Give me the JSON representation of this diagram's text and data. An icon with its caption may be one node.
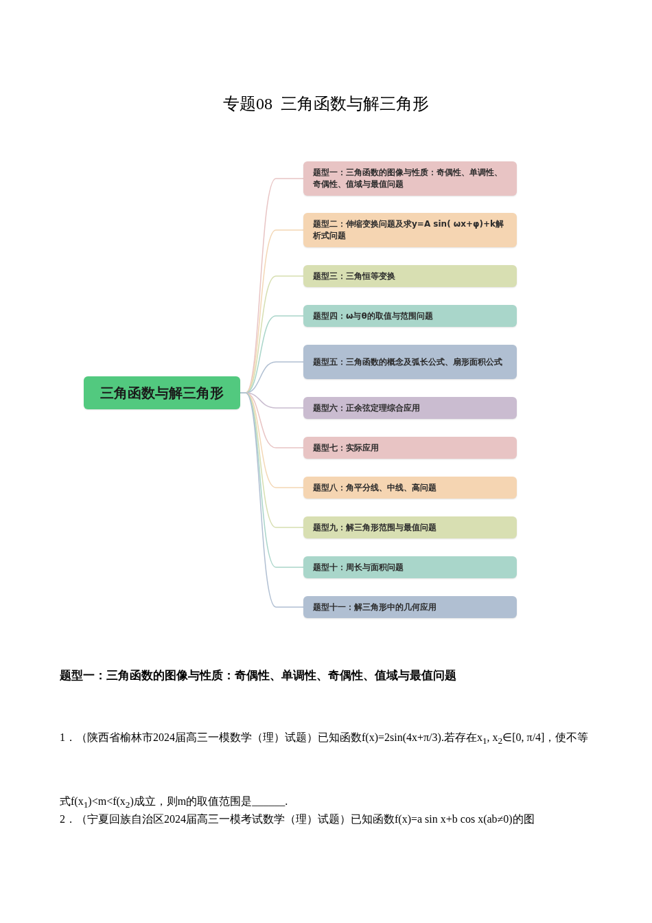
{
  "diagram": {
    "title": "专题08  三角函数与解三角形",
    "nodes": [
      {
        "text": [
          "三角函数与解三角形"
        ]
      },
      {
        "text": [
          "题型一：三角函数的图像与性质：奇偶性、单调性、奇偶性、值域与最值问题"
        ]
      },
      {
        "text": [
          "题型二：伸缩变换问题及求y=A sin( ωx+φ)+k解析式问题"
        ]
      },
      {
        "text": [
          "题型三：三角恒等变换"
        ]
      },
      {
        "text": [
          "题型四：ω与θ的取值与范围问题"
        ]
      },
      {
        "text": [
          "题型五：三角函数的概念及弧长公式、扇形面积公式"
        ]
      },
      {
        "text": [
          "题型六：正余弦定理综合应用"
        ]
      },
      {
        "text": [
          "题型七：实际应用"
        ]
      },
      {
        "text": [
          "题型八：角平分线、中线、高问题"
        ]
      },
      {
        "text": [
          "题型九：解三角形范围与最值问题"
        ]
      },
      {
        "text": [
          "题型十：周长与面积问题"
        ]
      },
      {
        "text": [
          "题型十一：解三角形中的几何应用"
        ]
      }
    ],
    "edges": [
      {
        "from": 0,
        "to": 1,
        "arrow": "none",
        "color": "#e8c4c4"
      },
      {
        "from": 0,
        "to": 2,
        "arrow": "none",
        "color": "#f3d6b4"
      },
      {
        "from": 0,
        "to": 3,
        "arrow": "none",
        "color": "#d6deb0"
      },
      {
        "from": 0,
        "to": 4,
        "arrow": "none",
        "color": "#a9d5c9"
      },
      {
        "from": 0,
        "to": 5,
        "arrow": "none",
        "color": "#b0bfd2"
      },
      {
        "from": 0,
        "to": 6,
        "arrow": "none",
        "color": "#c9bccf"
      },
      {
        "from": 0,
        "to": 7,
        "arrow": "none",
        "color": "#e8c4c4"
      },
      {
        "from": 0,
        "to": 8,
        "arrow": "none",
        "color": "#f3d6b4"
      },
      {
        "from": 0,
        "to": 9,
        "arrow": "none",
        "color": "#d6deb0"
      },
      {
        "from": 0,
        "to": 10,
        "arrow": "none",
        "color": "#a9d5c9"
      },
      {
        "from": 0,
        "to": 11,
        "arrow": "none",
        "color": "#b0bfd2"
      }
    ],
    "labels": [
      "题型一：三角函数的图像与性质：奇偶性、单调性、奇偶性、值域与最值问题",
      "1．（陕西省榆林市2024届高三一模数学（理）试题）已知函数f(x)=2sin(4x+π/3).若存在x$_{1}$, x$_{2}$∈[0, π/4]，使不等式f(x$_{1}$)<m<f(x$_{2}$)成立，则m的取值范围是______.",
      "2．（宁夏回族自治区2024届高三一模考试数学（理）试题）已知函数f(x)=a sin x+b cos x(ab≠0)的图"
    ]
  }
}
